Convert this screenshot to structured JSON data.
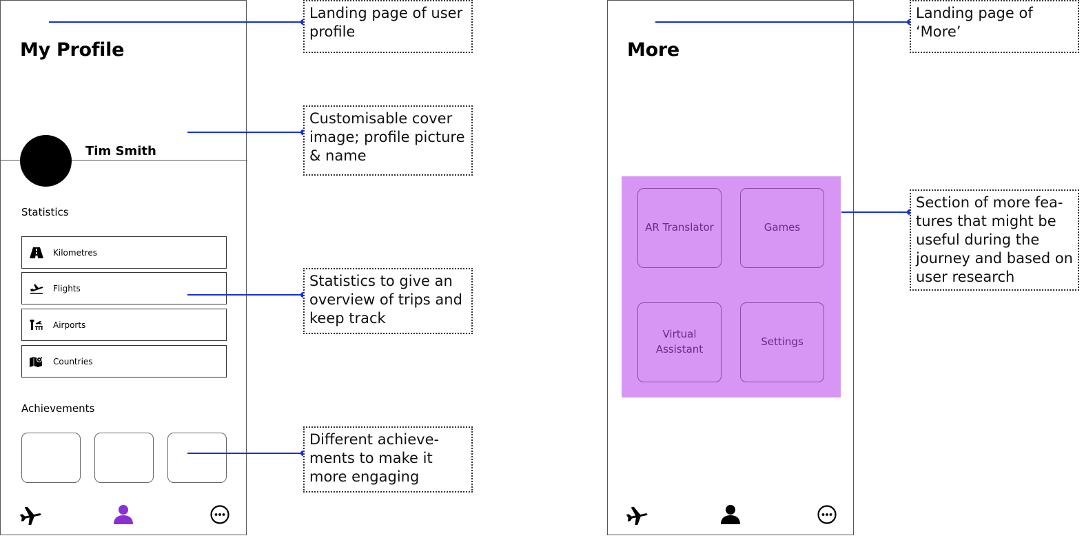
{
  "profile_screen": {
    "title": "My Profile",
    "user_name": "Tim Smith",
    "statistics_heading": "Statistics",
    "statistics": [
      {
        "label": "Kilometres",
        "icon": "road-icon"
      },
      {
        "label": "Flights",
        "icon": "plane-takeoff-icon"
      },
      {
        "label": "Airports",
        "icon": "airport-icon"
      },
      {
        "label": "Countries",
        "icon": "map-icon"
      }
    ],
    "achievements_heading": "Achievements",
    "achievement_count": 3,
    "nav": {
      "active": "profile",
      "active_color": "#8a2fd1",
      "items": [
        "plane-icon",
        "person-icon",
        "more-icon"
      ]
    }
  },
  "more_screen": {
    "title": "More",
    "panel_color": "#d896f4",
    "features": [
      {
        "label": "AR Translator"
      },
      {
        "label": "Games"
      },
      {
        "label": "Virtual Assistant"
      },
      {
        "label": "Settings"
      }
    ],
    "nav": {
      "items": [
        "plane-icon",
        "person-icon",
        "more-icon"
      ]
    }
  },
  "annotations": {
    "connector_color": "#1630d8",
    "profile_landing": "Landing page of user profile",
    "profile_cover": "Customisable cover image; profile picture & name",
    "profile_statistics": "Statistics to give an overview of trips and keep track",
    "profile_achievements": "Different achieve-ments to make it more engaging",
    "more_landing": "Landing page of ‘More’",
    "more_features": "Section of more fea-tures that might be useful during the journey and based on user research"
  }
}
